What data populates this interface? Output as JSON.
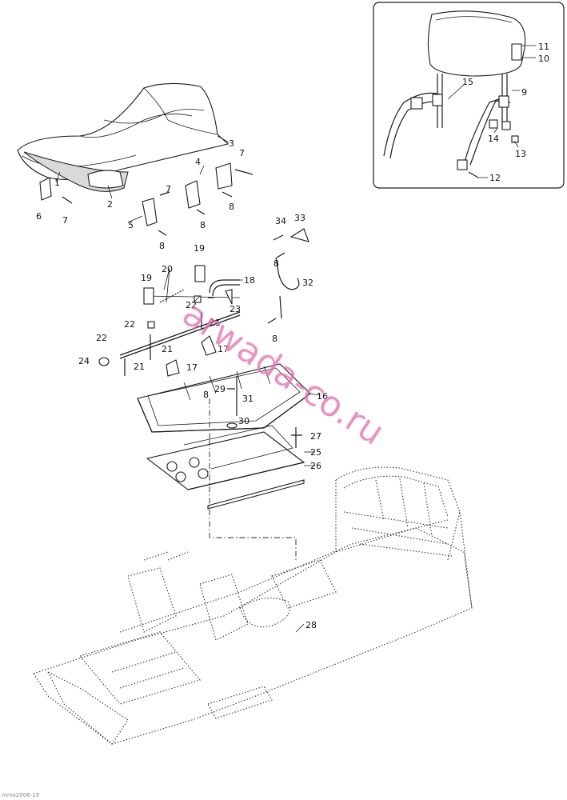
{
  "watermark": "arwada-co.ru",
  "footer_code": "mmo2006-19",
  "part_labels": {
    "p1": "1",
    "p2": "2",
    "p3": "3",
    "p4": "4",
    "p5": "5",
    "p6": "6",
    "p7a": "7",
    "p7b": "7",
    "p7c": "7",
    "p8a": "8",
    "p8b": "8",
    "p8c": "8",
    "p8d": "8",
    "p8e": "8",
    "p8f": "8",
    "p9": "9",
    "p10": "10",
    "p11": "11",
    "p12": "12",
    "p13": "13",
    "p14": "14",
    "p15": "15",
    "p16": "16",
    "p17a": "17",
    "p17b": "17",
    "p18": "18",
    "p19a": "19",
    "p19b": "19",
    "p20": "20",
    "p21a": "21",
    "p21b": "21",
    "p21c": "21",
    "p22a": "22",
    "p22b": "22",
    "p22c": "22",
    "p23": "23",
    "p24": "24",
    "p25": "25",
    "p26": "26",
    "p27": "27",
    "p28": "28",
    "p29": "29",
    "p30": "30",
    "p31": "31",
    "p32": "32",
    "p33": "33",
    "p34": "34"
  }
}
